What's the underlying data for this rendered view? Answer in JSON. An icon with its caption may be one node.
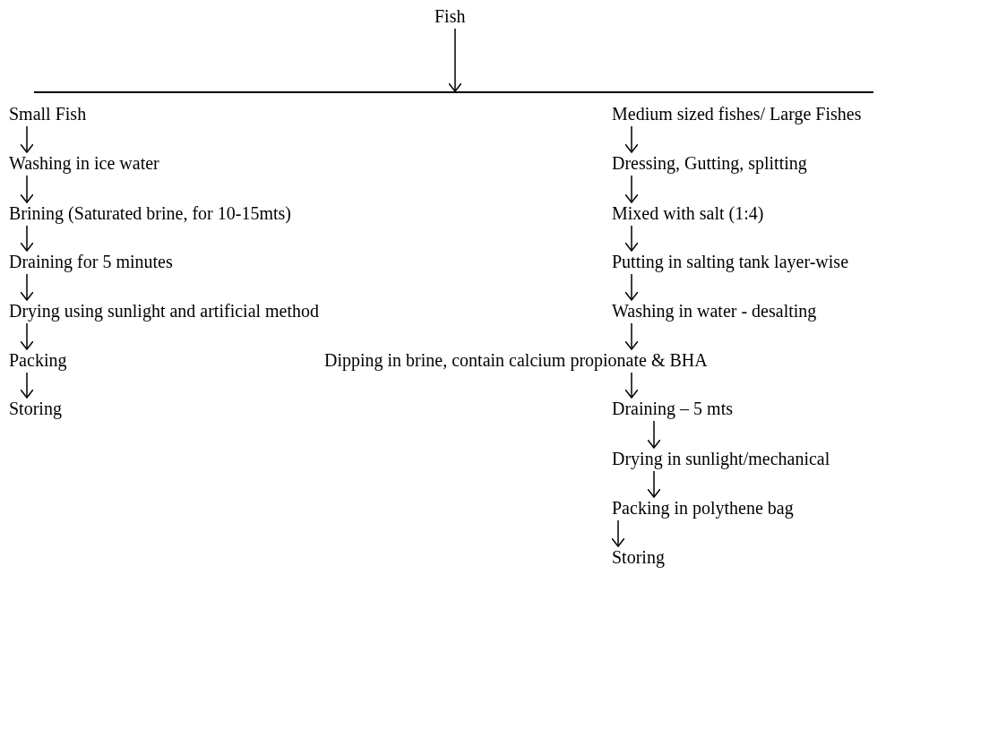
{
  "diagram": {
    "nodes": [
      {
        "text": [
          "Fish"
        ]
      },
      {
        "text": [],
        "shape": "bar"
      },
      {
        "text": [
          "Small Fish"
        ]
      },
      {
        "text": [
          "Washing in ice water"
        ]
      },
      {
        "text": [
          "Brining (Saturated brine, for 10-15mts)"
        ]
      },
      {
        "text": [
          "Draining for 5 minutes"
        ]
      },
      {
        "text": [
          "Drying using sunlight and artificial method"
        ]
      },
      {
        "text": [
          "Packing"
        ]
      },
      {
        "text": [
          "Storing"
        ]
      },
      {
        "text": [
          "Medium sized fishes/ Large Fishes"
        ]
      },
      {
        "text": [
          "Dressing, Gutting, splitting"
        ]
      },
      {
        "text": [
          "Mixed with salt (1:4)"
        ]
      },
      {
        "text": [
          "Putting in salting tank layer-wise"
        ]
      },
      {
        "text": [
          "Washing in water - desalting"
        ]
      },
      {
        "text": [
          "Dipping in brine, contain calcium propionate & BHA"
        ]
      },
      {
        "text": [
          "Draining – 5 mts"
        ]
      },
      {
        "text": [
          "Drying in sunlight/mechanical"
        ]
      },
      {
        "text": [
          "Packing in polythene bag"
        ]
      },
      {
        "text": [
          "Storing"
        ]
      }
    ],
    "edges": [
      {
        "from": 0,
        "to": 1,
        "arrow": "to"
      },
      {
        "from": 2,
        "to": 3,
        "arrow": "to"
      },
      {
        "from": 3,
        "to": 4,
        "arrow": "to"
      },
      {
        "from": 4,
        "to": 5,
        "arrow": "to"
      },
      {
        "from": 5,
        "to": 6,
        "arrow": "to"
      },
      {
        "from": 6,
        "to": 7,
        "arrow": "to"
      },
      {
        "from": 7,
        "to": 8,
        "arrow": "to"
      },
      {
        "from": 9,
        "to": 10,
        "arrow": "to"
      },
      {
        "from": 10,
        "to": 11,
        "arrow": "to"
      },
      {
        "from": 11,
        "to": 12,
        "arrow": "to"
      },
      {
        "from": 12,
        "to": 13,
        "arrow": "to"
      },
      {
        "from": 13,
        "to": 14,
        "arrow": "to"
      },
      {
        "from": 14,
        "to": 15,
        "arrow": "to"
      },
      {
        "from": 15,
        "to": 16,
        "arrow": "to"
      },
      {
        "from": 16,
        "to": 17,
        "arrow": "to"
      },
      {
        "from": 17,
        "to": 18,
        "arrow": "to"
      }
    ]
  }
}
